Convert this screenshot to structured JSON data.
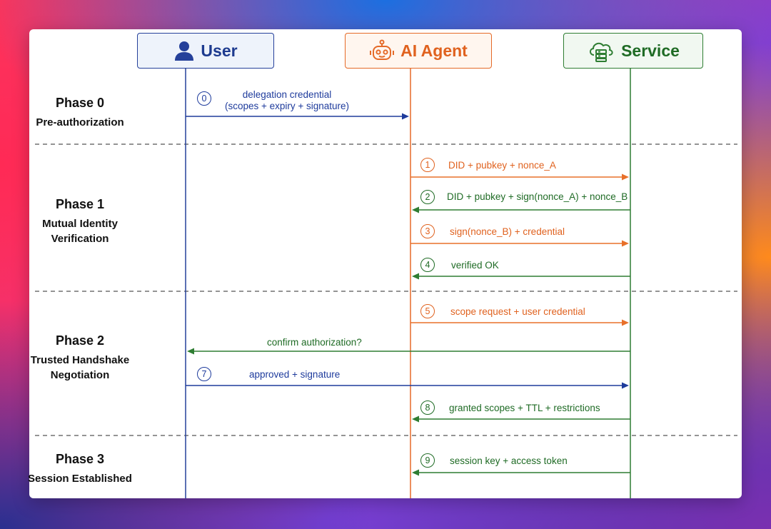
{
  "actors": {
    "user": {
      "label": "User",
      "icon": "user-icon",
      "color": "#25409a"
    },
    "agent": {
      "label": "AI Agent",
      "icon": "robot-icon",
      "color": "#e56a28"
    },
    "service": {
      "label": "Service",
      "icon": "cloud-server-icon",
      "color": "#2e7d32"
    }
  },
  "phases": [
    {
      "title": "Phase 0",
      "subtitle": "Pre-authorization"
    },
    {
      "title": "Phase 1",
      "subtitle_lines": [
        "Mutual Identity",
        "Verification"
      ]
    },
    {
      "title": "Phase 2",
      "subtitle_lines": [
        "Trusted Handshake",
        "Negotiation"
      ]
    },
    {
      "title": "Phase 3",
      "subtitle": "Session Established"
    }
  ],
  "messages": [
    {
      "num": "0",
      "lines": [
        "delegation credential",
        "(scopes + expiry + signature)"
      ],
      "from": "user",
      "to": "agent",
      "color": "blue"
    },
    {
      "num": "1",
      "label": "DID + pubkey + nonce_A",
      "from": "agent",
      "to": "service",
      "color": "orange"
    },
    {
      "num": "2",
      "label": "DID + pubkey + sign(nonce_A) + nonce_B",
      "from": "service",
      "to": "agent",
      "color": "green"
    },
    {
      "num": "3",
      "label": "sign(nonce_B) + credential",
      "from": "agent",
      "to": "service",
      "color": "orange"
    },
    {
      "num": "4",
      "label": "verified OK",
      "from": "service",
      "to": "agent",
      "color": "green"
    },
    {
      "num": "5",
      "label": "scope request + user credential",
      "from": "agent",
      "to": "service",
      "color": "orange"
    },
    {
      "num": "",
      "label": "confirm authorization?",
      "from": "service",
      "to": "user",
      "color": "green"
    },
    {
      "num": "7",
      "label": "approved + signature",
      "from": "user",
      "to": "service",
      "color": "blue"
    },
    {
      "num": "8",
      "label": "granted scopes + TTL + restrictions",
      "from": "service",
      "to": "agent",
      "color": "green"
    },
    {
      "num": "9",
      "label": "session key + access token",
      "from": "service",
      "to": "agent",
      "color": "green"
    }
  ],
  "colors": {
    "blue": "#1e3b9c",
    "orange": "#e8702a",
    "green": "#2e7d32"
  }
}
